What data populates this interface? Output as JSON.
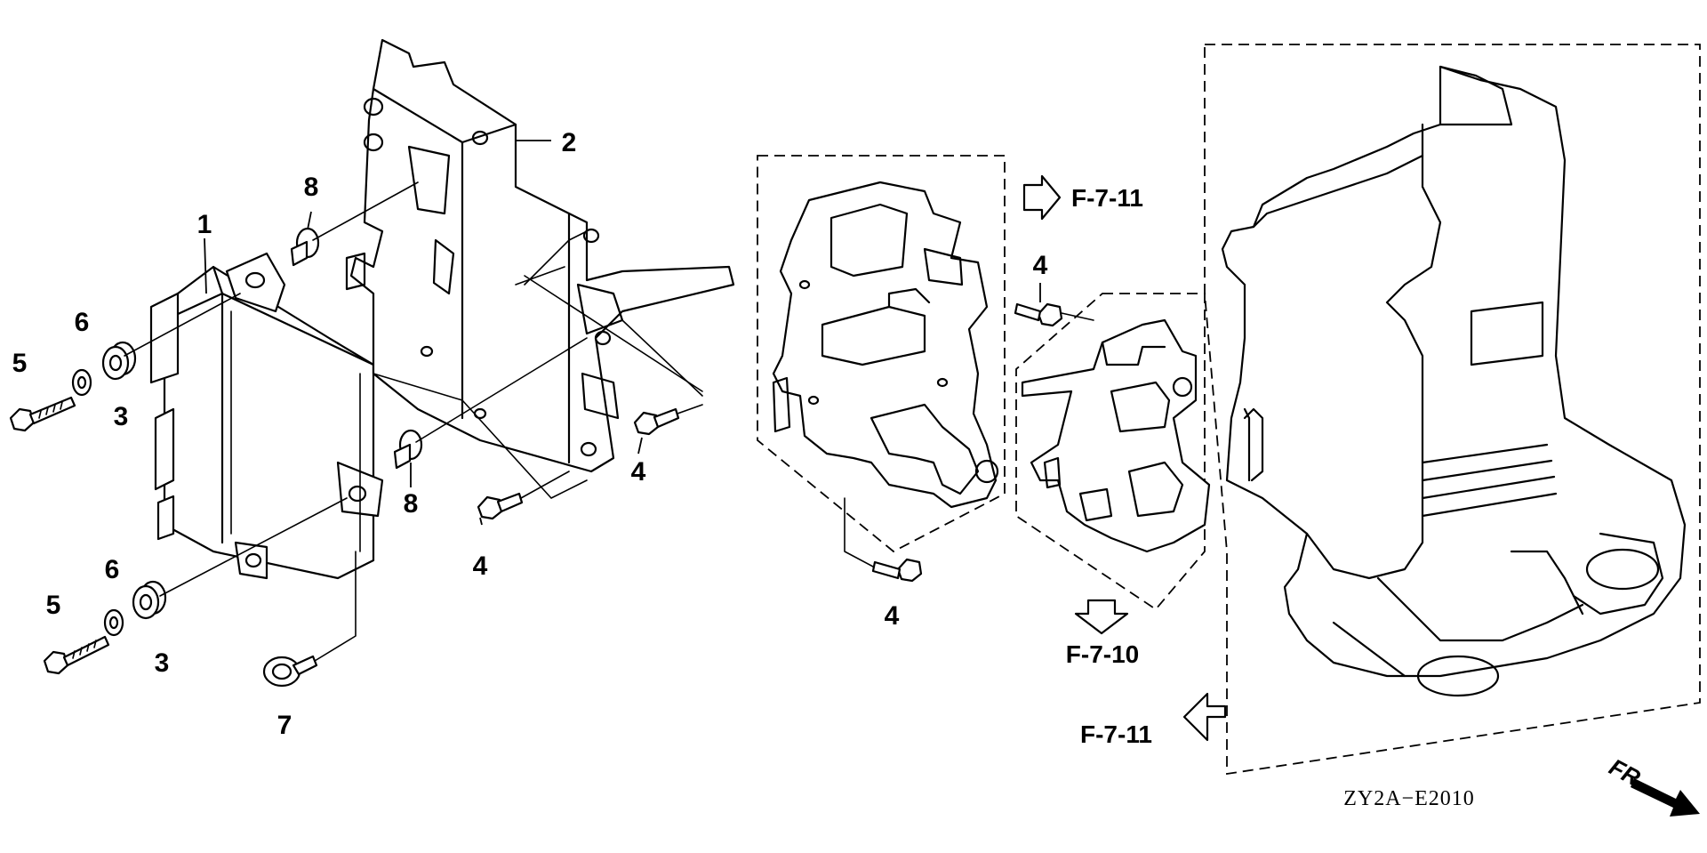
{
  "callouts": {
    "c1": "1",
    "c2": "2",
    "c3a": "3",
    "c3b": "3",
    "c4a": "4",
    "c4b": "4",
    "c4c": "4",
    "c4d": "4",
    "c5a": "5",
    "c5b": "5",
    "c6a": "6",
    "c6b": "6",
    "c7": "7",
    "c8a": "8",
    "c8b": "8"
  },
  "references": {
    "ref_top": "F-7-11",
    "ref_bottom": "F-7-10",
    "ref_left": "F-7-11"
  },
  "diagram_code": "ZY2A−E2010",
  "front_label": "FR."
}
